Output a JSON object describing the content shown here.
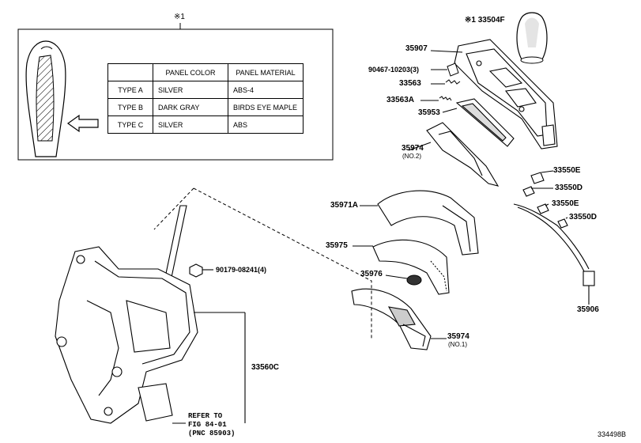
{
  "callout": {
    "mark": "※1"
  },
  "table": {
    "headers": [
      "",
      "PANEL COLOR",
      "PANEL MATERIAL"
    ],
    "rows": [
      [
        "TYPE A",
        "SILVER",
        "ABS-4"
      ],
      [
        "TYPE B",
        "DARK GRAY",
        "BIRDS EYE MAPLE"
      ],
      [
        "TYPE C",
        "SILVER",
        "ABS"
      ]
    ]
  },
  "parts": {
    "p33504F": "※1 33504F",
    "p35907": "35907",
    "p90467": "90467-10203(3)",
    "p33563": "33563",
    "p33563A": "33563A",
    "p35953": "35953",
    "p35974_2": "35974",
    "p35974_2_sub": "(NO.2)",
    "p33550E_1": "33550E",
    "p33550D_1": "33550D",
    "p33550E_2": "33550E",
    "p33550D_2": "33550D",
    "p35971A": "35971A",
    "p35975": "35975",
    "p35976": "35976",
    "p35974_1": "35974",
    "p35974_1_sub": "(NO.1)",
    "p35906": "35906",
    "p90179": "90179-08241(4)",
    "p33560C": "33560C",
    "refer_1": "REFER TO",
    "refer_2": "FIG 84-01",
    "refer_3": "(PNC 85903)"
  },
  "figure_id": "334498B"
}
